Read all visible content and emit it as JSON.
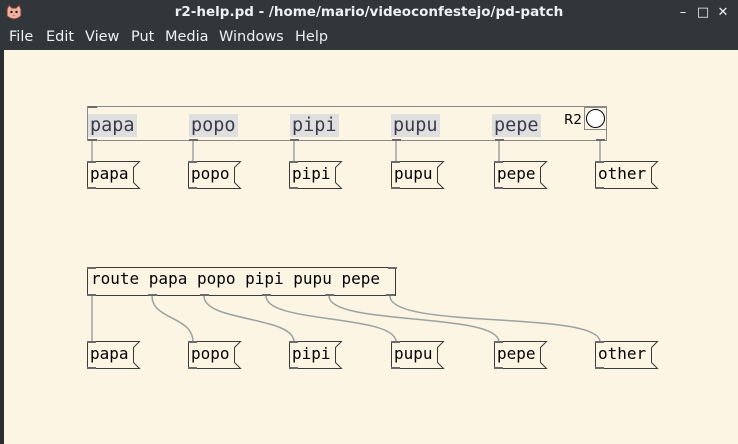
{
  "window": {
    "title": "r2-help.pd  - /home/mario/videoconfestejo/pd-patch",
    "minimize_glyph": "–",
    "maximize_glyph": "□",
    "close_glyph": "✕",
    "app_icon": "pd-cat-icon"
  },
  "menu": {
    "file": "File",
    "edit": "Edit",
    "view": "View",
    "put": "Put",
    "media": "Media",
    "windows": "Windows",
    "help": "Help"
  },
  "r2_object": {
    "labels": [
      "papa",
      "popo",
      "pipi",
      "pupu",
      "pepe"
    ],
    "name": "R2",
    "bang_icon": "bang-icon"
  },
  "messages_top": [
    "papa",
    "popo",
    "pipi",
    "pupu",
    "pepe",
    "other"
  ],
  "route_object": {
    "text": "route papa popo pipi pupu pepe"
  },
  "messages_bottom": [
    "papa",
    "popo",
    "pipi",
    "pupu",
    "pepe",
    "other"
  ],
  "colors": {
    "canvas": "#fcf5e3",
    "titlebar": "#31363b",
    "wire": "#9aa3a3",
    "label_bg": "#dfdfdf"
  }
}
